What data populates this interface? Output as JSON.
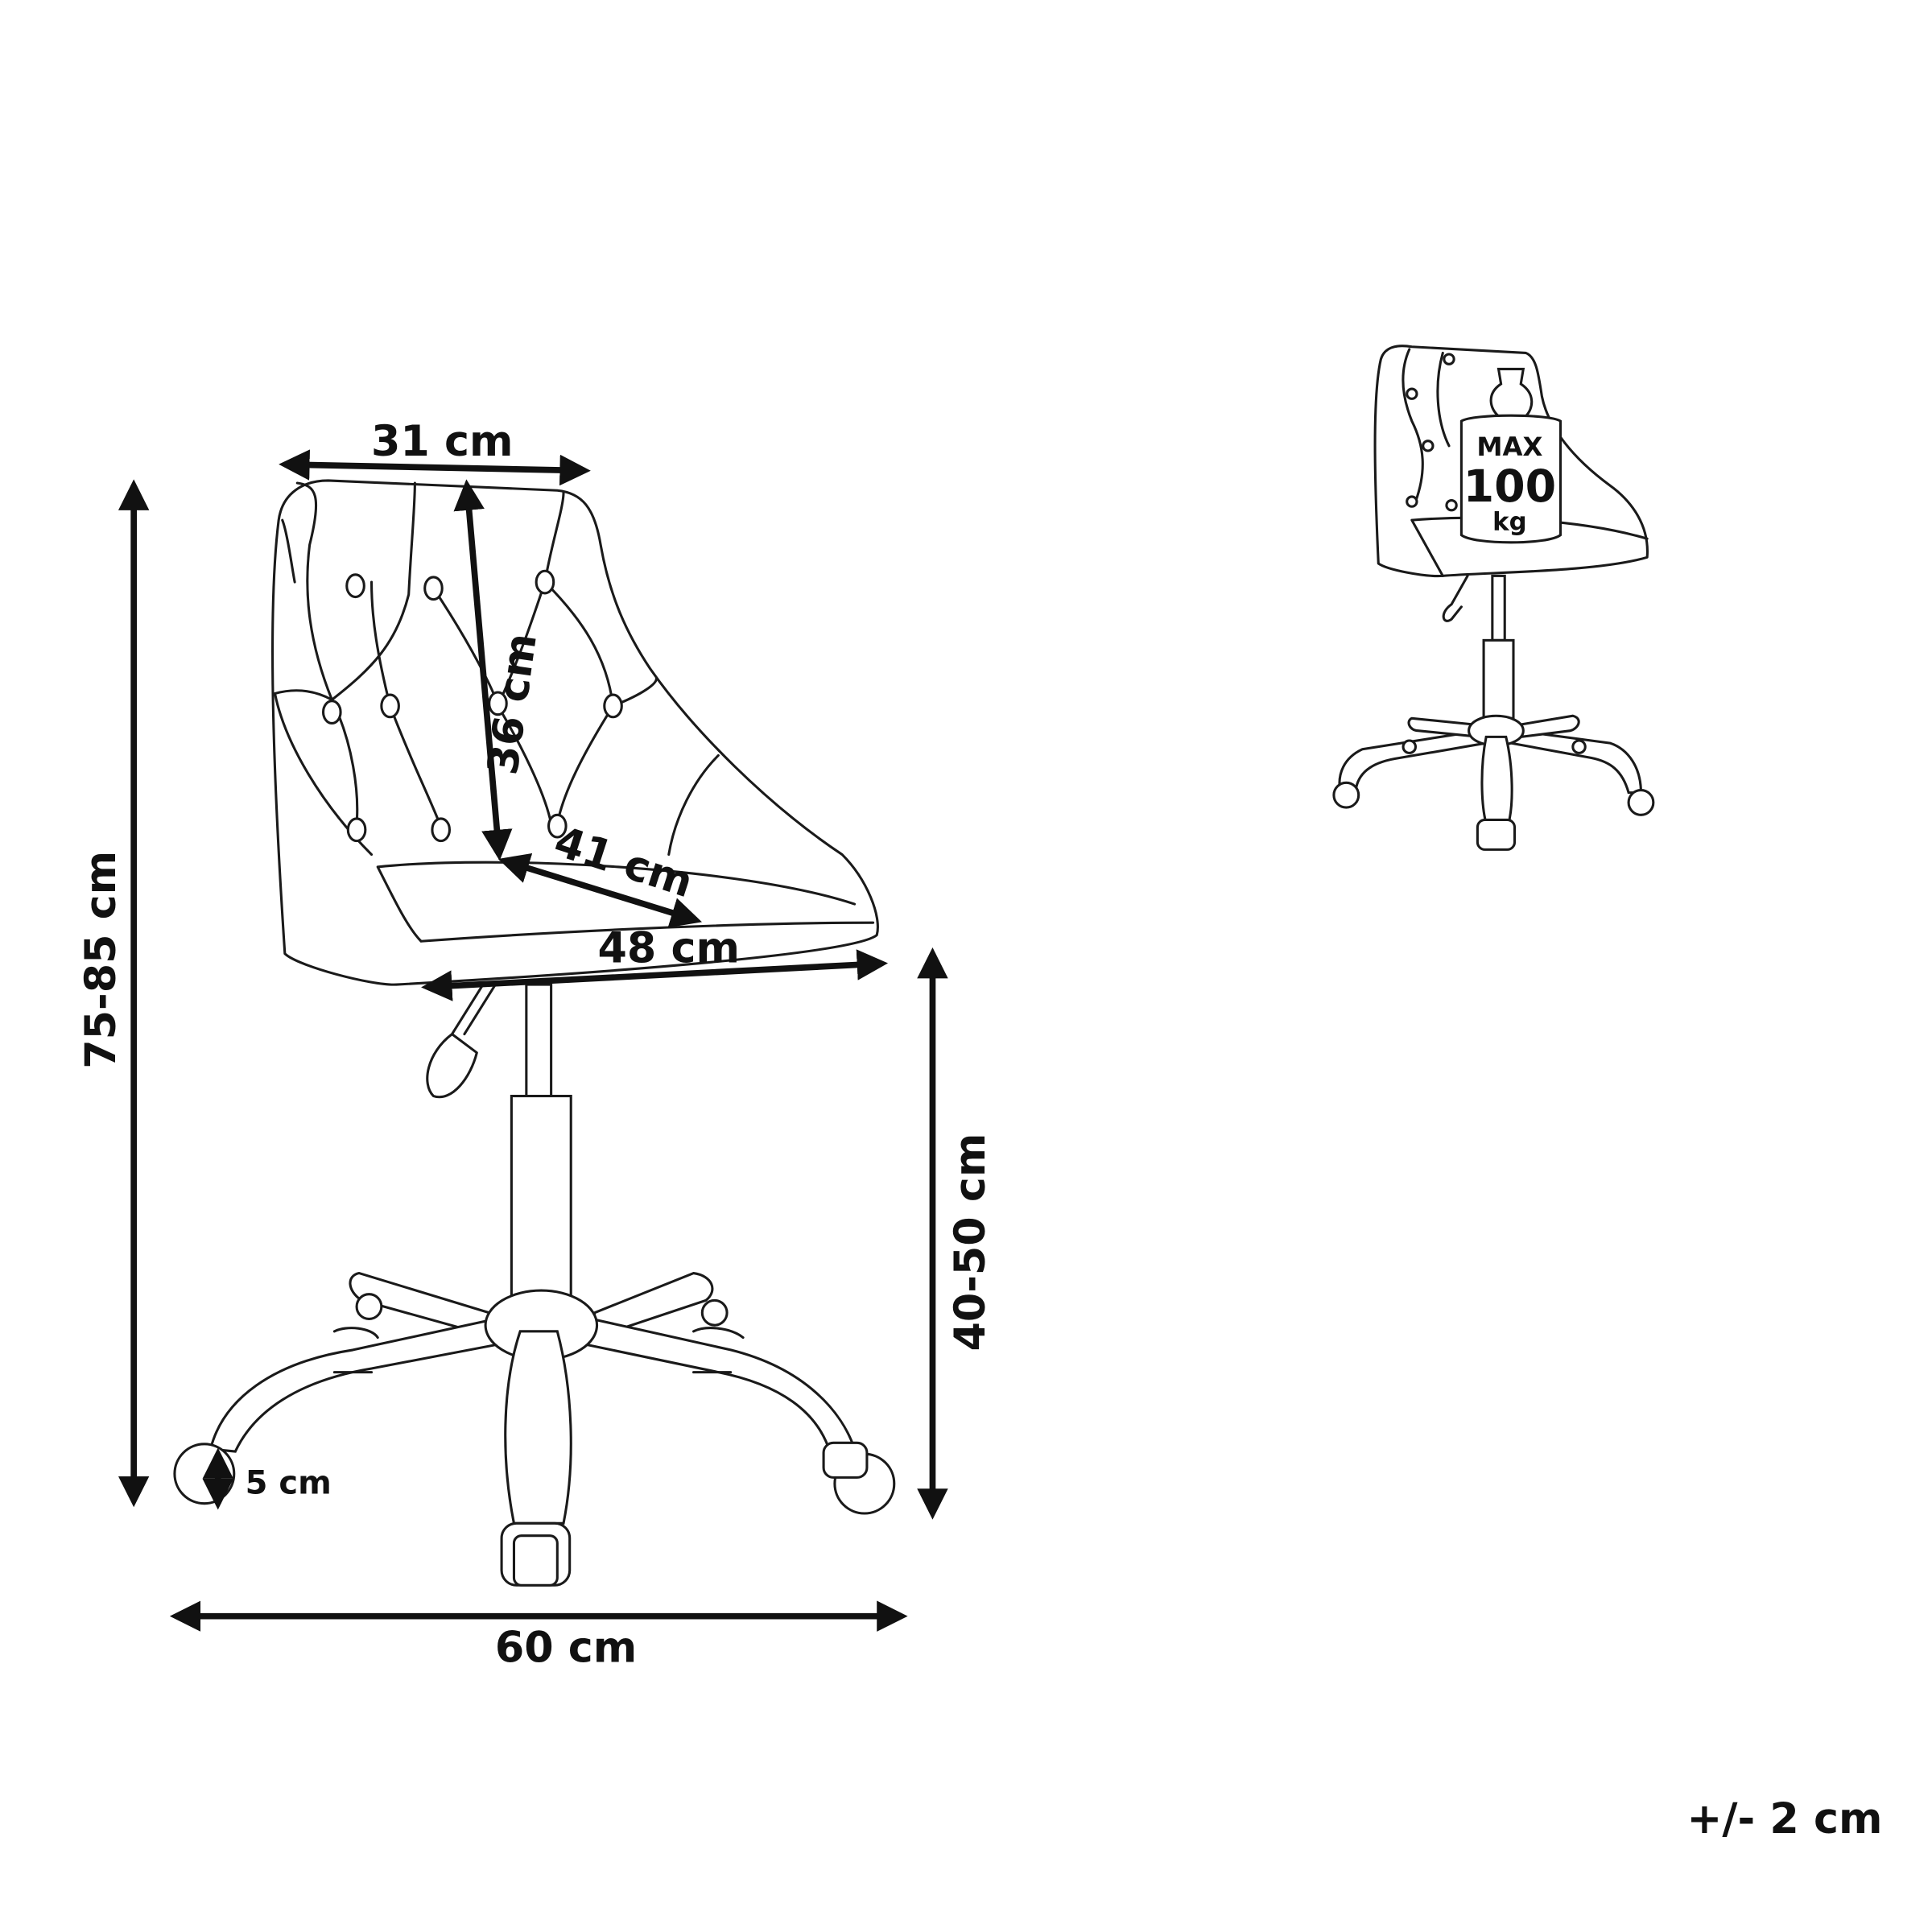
{
  "dimensions": {
    "back_width": "31 cm",
    "back_height": "36 cm",
    "seat_depth": "41 cm",
    "seat_width": "48 cm",
    "total_height": "75-85 cm",
    "seat_height": "40-50 cm",
    "wheel_diameter": "5 cm",
    "base_width": "60 cm"
  },
  "tolerance": "+/- 2 cm",
  "max_load": {
    "line1": "MAX",
    "line2": "100",
    "line3": "kg"
  },
  "colors": {
    "line": "#1a1a1a",
    "background": "#ffffff"
  }
}
